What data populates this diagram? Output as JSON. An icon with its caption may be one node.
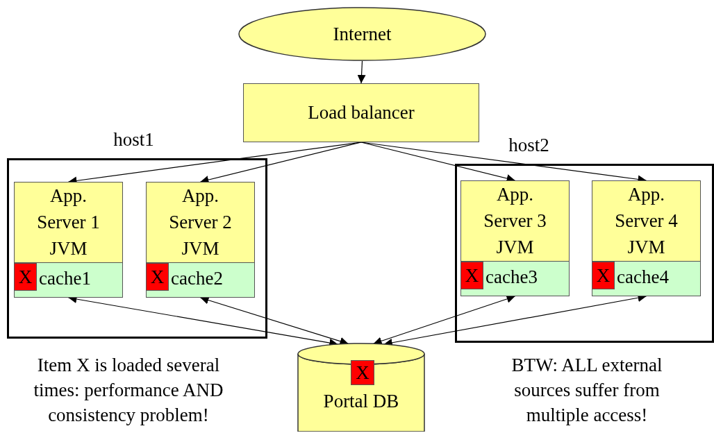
{
  "diagram": {
    "nodes": [
      {
        "text": [
          "Internet"
        ]
      },
      {
        "text": [
          "Load balancer"
        ]
      },
      {
        "text": [
          "host1"
        ]
      },
      {
        "text": [
          "App. Server 1 JVM"
        ],
        "in": 2
      },
      {
        "text": [
          "cache1"
        ],
        "in": 3
      },
      {
        "text": [
          "X"
        ],
        "in": 4
      },
      {
        "text": [
          "App. Server 2 JVM"
        ],
        "in": 2
      },
      {
        "text": [
          "cache2"
        ],
        "in": 6
      },
      {
        "text": [
          "X"
        ],
        "in": 7
      },
      {
        "text": [
          "host2"
        ]
      },
      {
        "text": [
          "App. Server 3 JVM"
        ],
        "in": 9
      },
      {
        "text": [
          "cache3"
        ],
        "in": 10
      },
      {
        "text": [
          "X"
        ],
        "in": 11
      },
      {
        "text": [
          "App. Server 4 JVM"
        ],
        "in": 9
      },
      {
        "text": [
          "cache4"
        ],
        "in": 13
      },
      {
        "text": [
          "X"
        ],
        "in": 14
      },
      {
        "text": [
          "Portal DB"
        ]
      },
      {
        "text": [
          "X"
        ],
        "in": 16
      }
    ],
    "edges": [
      {
        "from": 0,
        "to": 1,
        "arrow": "to"
      },
      {
        "from": 1,
        "to": 3,
        "arrow": "to"
      },
      {
        "from": 1,
        "to": 6,
        "arrow": "to"
      },
      {
        "from": 1,
        "to": 10,
        "arrow": "to"
      },
      {
        "from": 1,
        "to": 13,
        "arrow": "to"
      },
      {
        "from": 4,
        "to": 16,
        "arrow": "both"
      },
      {
        "from": 7,
        "to": 16,
        "arrow": "both"
      },
      {
        "from": 11,
        "to": 16,
        "arrow": "both"
      },
      {
        "from": 14,
        "to": 16,
        "arrow": "both"
      }
    ],
    "labels": [
      "Item X is loaded several times: performance AND consistency problem!",
      "BTW: ALL external sources suffer from multiple access!"
    ]
  }
}
